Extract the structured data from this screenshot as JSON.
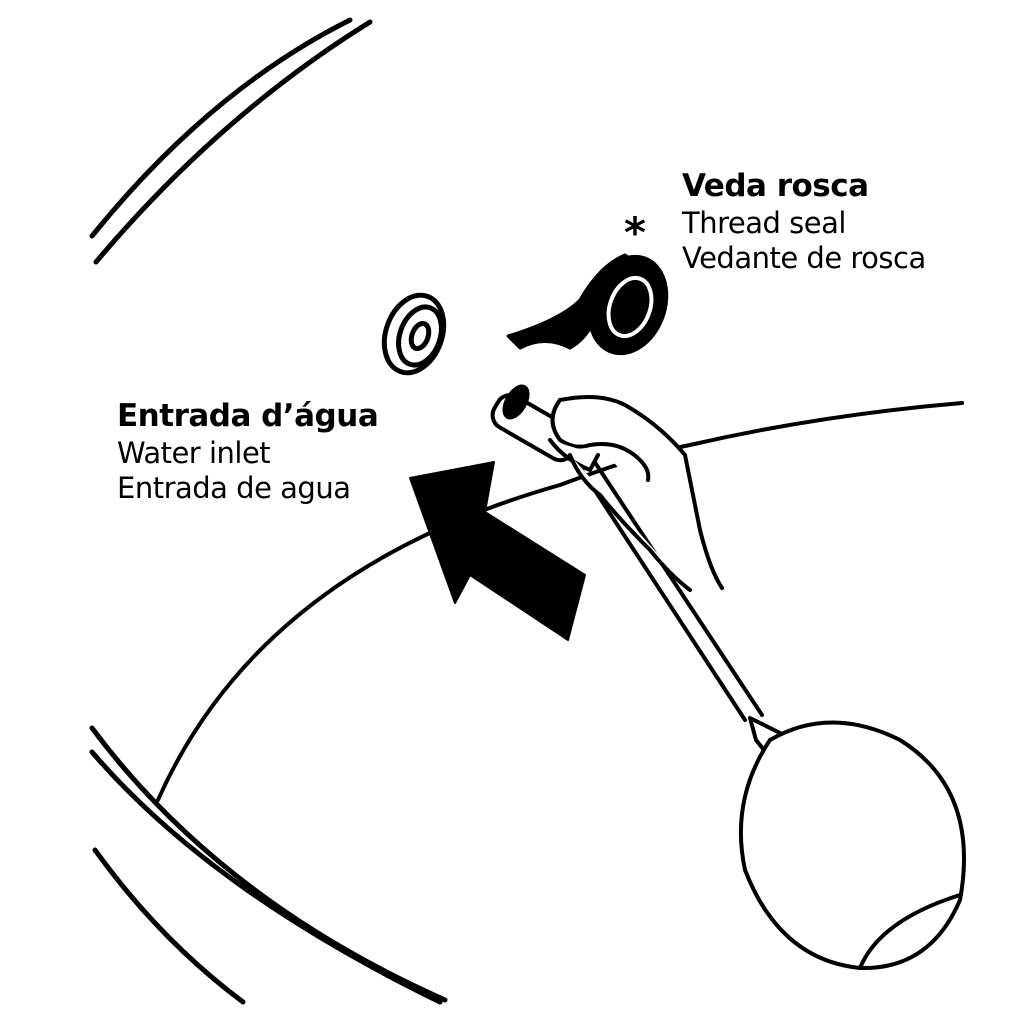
{
  "thread_seal": {
    "title": "Veda rosca",
    "line_en": "Thread seal",
    "line_es": "Vedante de rosca",
    "marker": "*"
  },
  "water_inlet": {
    "title": "Entrada d’água",
    "line_en": "Water inlet",
    "line_es": "Entrada de agua"
  },
  "colors": {
    "ink": "#000000",
    "background": "#ffffff"
  }
}
